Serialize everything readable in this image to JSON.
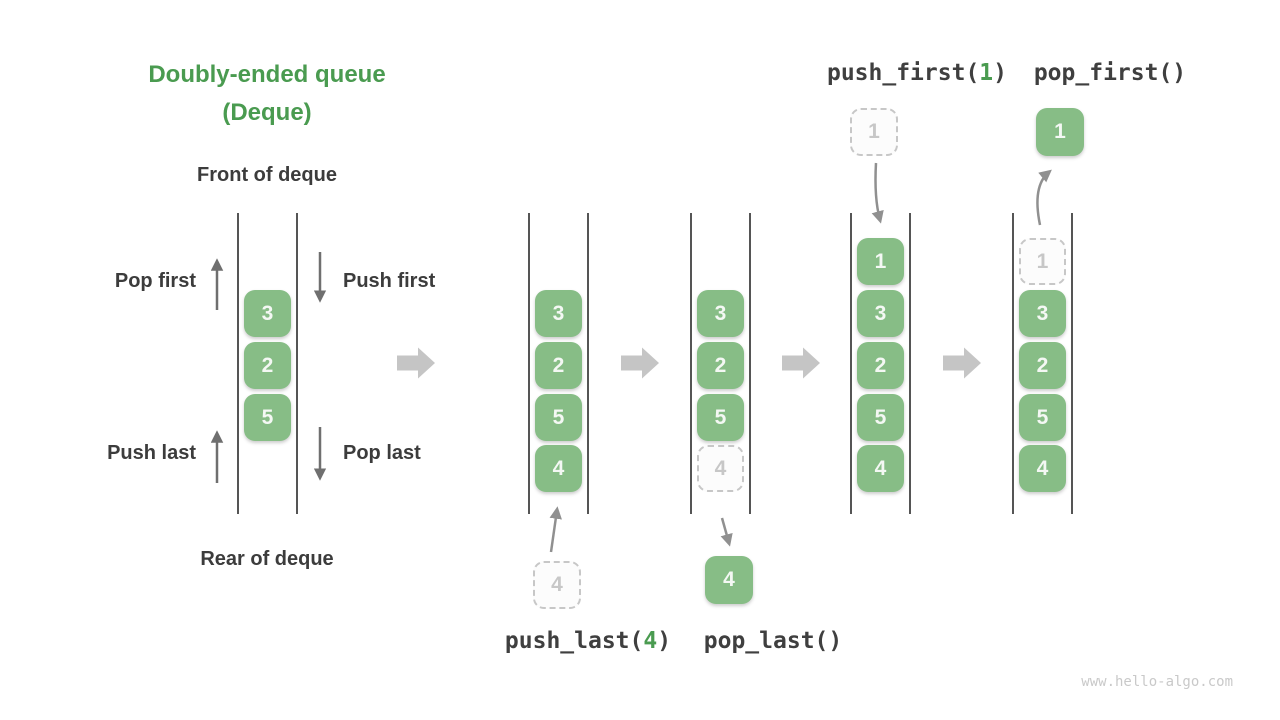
{
  "title": {
    "line1": "Doubly-ended queue",
    "line2": "(Deque)"
  },
  "labels": {
    "front": "Front of deque",
    "rear": "Rear of deque",
    "pop_first": "Pop first",
    "push_first": "Push first",
    "push_last": "Push last",
    "pop_last": "Pop last"
  },
  "ops": {
    "push_last": {
      "pre": "push_last(",
      "arg": "4",
      "post": ")"
    },
    "pop_last": {
      "pre": "pop_last()",
      "arg": "",
      "post": ""
    },
    "push_first": {
      "pre": "push_first(",
      "arg": "1",
      "post": ")"
    },
    "pop_first": {
      "pre": "pop_first()",
      "arg": "",
      "post": ""
    }
  },
  "queues": [
    {
      "state": "initial",
      "cells": [
        {
          "v": "3"
        },
        {
          "v": "2"
        },
        {
          "v": "5"
        }
      ]
    },
    {
      "state": "after-push-last",
      "cells": [
        {
          "v": "3"
        },
        {
          "v": "2"
        },
        {
          "v": "5"
        },
        {
          "v": "4"
        }
      ]
    },
    {
      "state": "after-pop-last",
      "cells": [
        {
          "v": "3"
        },
        {
          "v": "2"
        },
        {
          "v": "5"
        },
        {
          "v": "4",
          "ghost": true
        }
      ]
    },
    {
      "state": "after-push-first",
      "cells": [
        {
          "v": "1"
        },
        {
          "v": "3"
        },
        {
          "v": "2"
        },
        {
          "v": "5"
        },
        {
          "v": "4"
        }
      ]
    },
    {
      "state": "after-pop-first",
      "cells": [
        {
          "v": "1",
          "ghost": true
        },
        {
          "v": "3"
        },
        {
          "v": "2"
        },
        {
          "v": "5"
        },
        {
          "v": "4"
        }
      ]
    }
  ],
  "floating": {
    "push_last_source": "4",
    "pop_last_result": "4",
    "push_first_source": "1",
    "pop_first_result": "1"
  },
  "watermark": "www.hello-algo.com",
  "colors": {
    "accent_green": "#4a9b50",
    "cell_green": "#87bd86",
    "ghost_gray": "#c7c7c7",
    "thin_arrow_gray": "#6f6f6f",
    "transfer_arrow_gray": "#909090",
    "block_arrow_gray": "#c5c5c5",
    "text_dark": "#3c3c3c",
    "rail_gray": "#555555"
  }
}
